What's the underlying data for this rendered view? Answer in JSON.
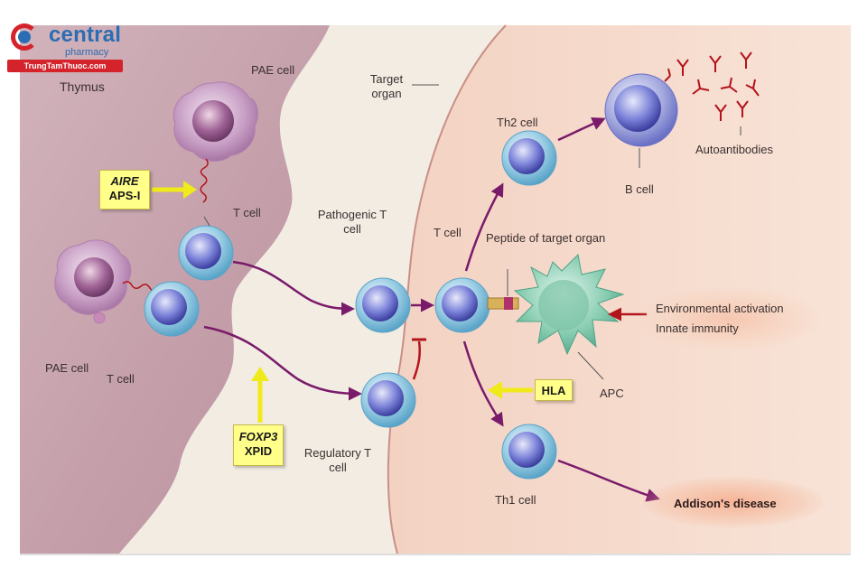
{
  "brand": {
    "name": "central",
    "tagline": "pharmacy",
    "url": "TrungTamThuoc.com"
  },
  "labels": {
    "thymus": "Thymus",
    "pae_cell_top": "PAE cell",
    "pae_cell_left": "PAE cell",
    "t_cell_upper": "T cell",
    "t_cell_lower": "T cell",
    "target_organ": "Target organ",
    "pathogenic_t_cell": "Pathogenic T cell",
    "regulatory_t_cell": "Regulatory T cell",
    "t_cell_center": "T cell",
    "th2_cell": "Th2 cell",
    "th1_cell": "Th1 cell",
    "b_cell": "B cell",
    "autoantibodies": "Autoantibodies",
    "peptide": "Peptide of target organ",
    "environmental": "Environmental activation",
    "innate": "Innate immunity",
    "apc": "APC",
    "addison": "Addison's disease"
  },
  "boxes": {
    "aire": {
      "gene": "AIRE",
      "disease": "APS-I"
    },
    "foxp3": {
      "gene": "FOXP3",
      "disease": "XPID"
    },
    "hla": {
      "label": "HLA"
    }
  },
  "colors": {
    "thymus_tissue": "#c9a6b0",
    "target_tissue": "#f6dccd",
    "background_panel": "#f2ece3",
    "arrow_purple": "#7a1a6a",
    "arrow_red": "#b3141b",
    "highlight_yellow": "#ffff8a"
  }
}
